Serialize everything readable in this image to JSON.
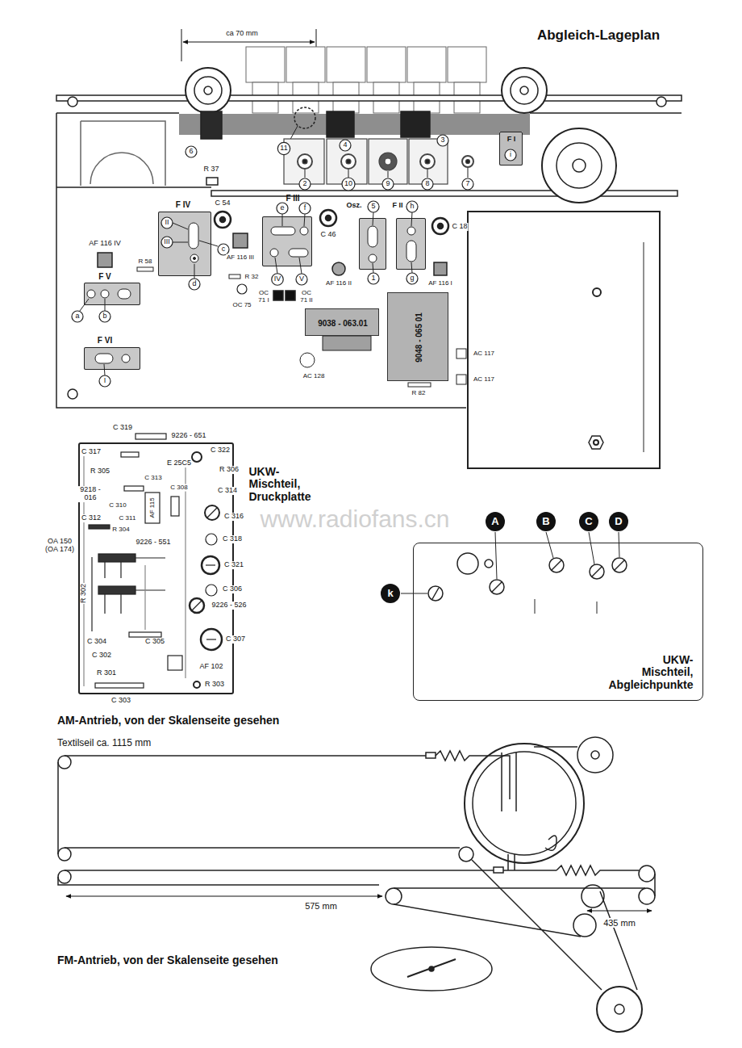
{
  "diagram": {
    "title": "Abgleich-Lageplan",
    "nodes": [
      {
        "text": [
          "F I"
        ]
      },
      {
        "text": [
          "F IV"
        ]
      },
      {
        "text": [
          "F III"
        ]
      },
      {
        "text": [
          "Osz."
        ]
      },
      {
        "text": [
          "F II"
        ]
      },
      {
        "text": [
          "F V"
        ]
      },
      {
        "text": [
          "F VI"
        ]
      },
      {
        "text": [
          "9038 - 063.01"
        ]
      },
      {
        "text": [
          "9048 - 065 01"
        ]
      },
      {
        "text": [
          "UKW- Mischteil, Abgleichpunkte"
        ]
      },
      {
        "text": [
          "A"
        ]
      },
      {
        "text": [
          "B"
        ]
      },
      {
        "text": [
          "C"
        ]
      },
      {
        "text": [
          "D"
        ]
      },
      {
        "text": [
          "k"
        ]
      },
      {
        "text": [
          "UKW- Mischteil, Druckplatte"
        ]
      }
    ],
    "labels": [
      "ca 70 mm",
      "6",
      "11",
      "4",
      "3",
      "2",
      "10",
      "9",
      "8",
      "7",
      "i",
      "R 37",
      "II",
      "III",
      "c",
      "d",
      "C 54",
      "AF 116 IV",
      "R 58",
      "AF 116 III",
      "e",
      "f",
      "IV",
      "V",
      "C 46",
      "5",
      "1",
      "h",
      "g",
      "C 18",
      "AF 116 II",
      "AF 116 I",
      "R 32",
      "OC 75",
      "OC 71 I",
      "OC 71 II",
      "a",
      "b",
      "I",
      "AC 128",
      "AC 117",
      "AC 117",
      "R 82",
      "C 319",
      "9226 - 651",
      "C 317",
      "C 322",
      "R 305",
      "E 25C5",
      "R 306",
      "C 313",
      "9218 - 016",
      "C 308",
      "C 314",
      "C 312",
      "C 310",
      "AF 115",
      "C 311",
      "C 316",
      "R 304",
      "OA 150 (OA 174)",
      "9226 - 551",
      "C 318",
      "C 321",
      "R 302",
      "C 306",
      "9226 - 526",
      "C 304",
      "C 305",
      "C 307",
      "C 302",
      "AF 102",
      "R 301",
      "R 303",
      "C 303",
      "www.radiofans.cn",
      "AM-Antrieb, von der Skalenseite gesehen",
      "Textilseil ca. 1115 mm",
      "575 mm",
      "435 mm",
      "FM-Antrieb, von der Skalenseite gesehen"
    ]
  }
}
